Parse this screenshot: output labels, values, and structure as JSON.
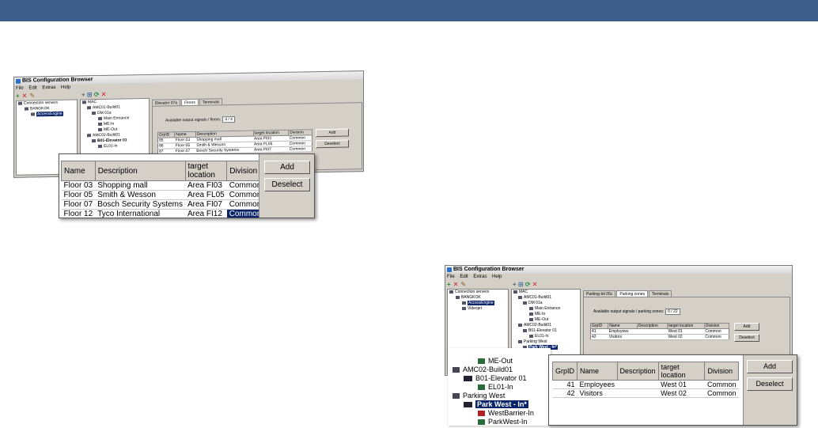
{
  "window": {
    "title": "BIS Configuration Browser",
    "menu": [
      "File",
      "Edit",
      "Extras",
      "Help"
    ]
  },
  "screen1": {
    "tree_left": [
      "Connection servers",
      "BANGKOK",
      "AccessEngine"
    ],
    "tree_mid": [
      "MAC",
      "AMC01-Build01",
      "DM 01a",
      "Main Entrance",
      "ME-In",
      "ME-Out",
      "AMC02-Build01",
      "B01-Elevator 01",
      "EL01-In"
    ],
    "tabs": [
      "Elevator 07a",
      "Floors",
      "Terminals"
    ],
    "available_label": "Available output signals / floors:",
    "available_value": "4 / 4",
    "columns": [
      "GrpID",
      "Name",
      "Description",
      "target location",
      "Division"
    ],
    "rows": [
      [
        "85",
        "Floor 03",
        "Shopping mall",
        "Area FI03",
        "Common"
      ],
      [
        "86",
        "Floor 05",
        "Smith & Wesson",
        "Area FL05",
        "Common"
      ],
      [
        "87",
        "Floor 07",
        "Bosch Security Systems",
        "Area FI07",
        "Common"
      ]
    ],
    "add_label": "Add",
    "deselect_label": "Deselect"
  },
  "zoom1": {
    "columns": [
      "Name",
      "Description",
      "target location",
      "Division"
    ],
    "rows": [
      [
        "Floor 03",
        "Shopping mall",
        "Area FI03",
        "Common"
      ],
      [
        "Floor 05",
        "Smith & Wesson",
        "Area FL05",
        "Common"
      ],
      [
        "Floor 07",
        "Bosch Security Systems",
        "Area FI07",
        "Common"
      ],
      [
        "Floor 12",
        "Tyco International",
        "Area FI12",
        "Common"
      ]
    ],
    "add_label": "Add",
    "deselect_label": "Deselect"
  },
  "screen2": {
    "tree_left": [
      "Connection servers",
      "BANGKOK",
      "AccessEngine",
      "Videojet"
    ],
    "tree_mid": [
      "MAC",
      "AMC01-Build01",
      "DM 01a",
      "Main Entrance",
      "ME-In",
      "ME-Out",
      "AMC02-Build01",
      "B01-Elevator 01",
      "EL01-In",
      "Parking West",
      "Park West - In*"
    ],
    "tabs": [
      "Parking-lot 05c",
      "Parking zones",
      "Terminals"
    ],
    "available_label": "Available output signals / parking zones:",
    "available_value": "0 / 22",
    "columns": [
      "GrpID",
      "Name",
      "Description",
      "target location",
      "Division"
    ],
    "rows": [
      [
        "41",
        "Employees",
        "",
        "West 01",
        "Common"
      ],
      [
        "42",
        "Visitors",
        "",
        "West 02",
        "Common"
      ]
    ],
    "add_label": "Add",
    "deselect_label": "Deselect"
  },
  "zoom2tree": [
    "ME-Out",
    "AMC02-Build01",
    "B01-Elevator 01",
    "EL01-In",
    "Parking West",
    "Park West - In*",
    "WestBarrier-In",
    "ParkWest-In"
  ],
  "zoom2": {
    "columns": [
      "GrpID",
      "Name",
      "Description",
      "target location",
      "Division"
    ],
    "rows": [
      [
        "41",
        "Employees",
        "",
        "West 01",
        "Common"
      ],
      [
        "42",
        "Visitors",
        "",
        "West 02",
        "Common"
      ]
    ],
    "add_label": "Add",
    "deselect_label": "Deselect"
  },
  "colors": {
    "topbar": "#3c5d89",
    "selection": "#0a246a"
  }
}
